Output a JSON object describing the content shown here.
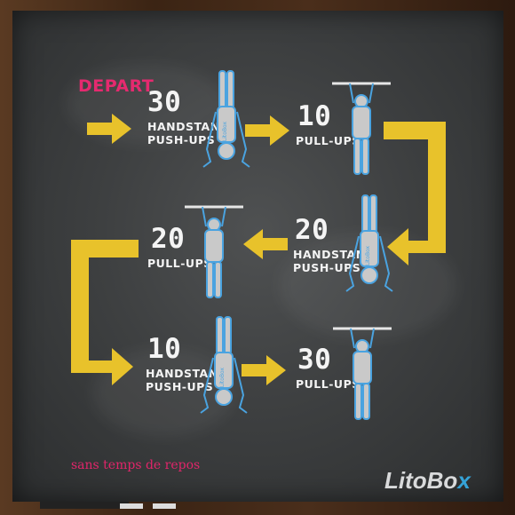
{
  "start_label": "DEPART",
  "steps": [
    {
      "reps": "30",
      "line1": "HANDSTAND",
      "line2": "PUSH-UPS",
      "figure": "handstand-figure"
    },
    {
      "reps": "10",
      "line1": "PULL-UPS",
      "line2": "",
      "figure": "pullup-figure"
    },
    {
      "reps": "20",
      "line1": "HANDSTAND",
      "line2": "PUSH-UPS",
      "figure": "handstand-figure"
    },
    {
      "reps": "20",
      "line1": "PULL-UPS",
      "line2": "",
      "figure": "pullup-figure"
    },
    {
      "reps": "10",
      "line1": "HANDSTAND",
      "line2": "PUSH-UPS",
      "figure": "handstand-figure"
    },
    {
      "reps": "30",
      "line1": "PULL-UPS",
      "line2": "",
      "figure": "pullup-figure"
    }
  ],
  "footer_note": "sans temps de repos",
  "brand": {
    "name_a": "LitoBo",
    "name_b": "x"
  },
  "shirt_text": "LitoBox",
  "colors": {
    "arrow": "#e8c22b",
    "accent": "#e1256a",
    "figure_outline": "#4aa3e0",
    "figure_fill": "#c9c9c9",
    "board": "#3e4041"
  }
}
